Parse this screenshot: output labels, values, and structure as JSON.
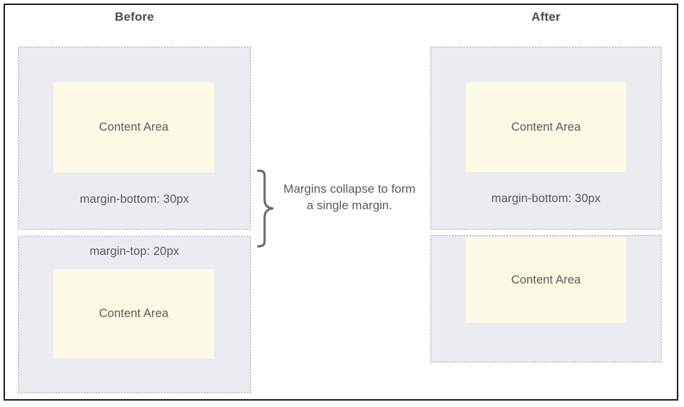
{
  "columns": {
    "before": {
      "heading": "Before",
      "boxes": [
        {
          "content_label": "Content Area",
          "margin_label": "margin-bottom: 30px",
          "margin_label_position": "below-content"
        },
        {
          "content_label": "Content Area",
          "margin_label": "margin-top: 20px",
          "margin_label_position": "above-content"
        }
      ]
    },
    "after": {
      "heading": "After",
      "boxes": [
        {
          "content_label": "Content Area",
          "margin_label": "margin-bottom: 30px",
          "margin_label_position": "below-content"
        },
        {
          "content_label": "Content Area",
          "margin_label": "",
          "margin_label_position": "none"
        }
      ]
    }
  },
  "annotation": {
    "text": "Margins collapse to form a single margin.",
    "brace": "right-curly-brace"
  },
  "colors": {
    "margin_box_fill": "#ebebf2",
    "margin_box_border": "#c9c9d6",
    "content_area_fill": "#fcfae4",
    "text": "#5a5a5a",
    "heading_text": "#4b4b4b",
    "frame_border": "#1b1b1b",
    "page_background": "#ffffff"
  }
}
